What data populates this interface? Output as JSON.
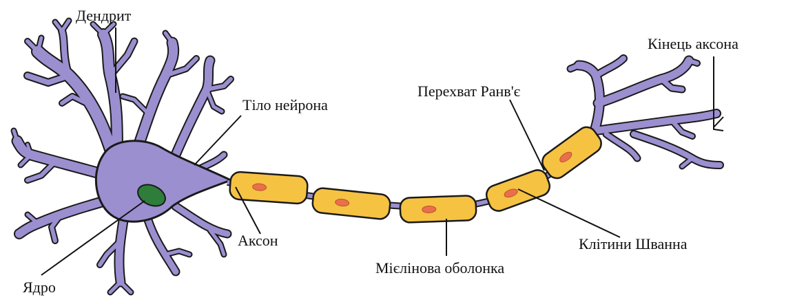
{
  "diagram": {
    "labels": {
      "dendrite": "Дендрит",
      "cell_body": "Тіло нейрона",
      "node_of_ranvier": "Перехват Ранв'є",
      "axon_terminal": "Кінець аксона",
      "axon": "Аксон",
      "schwann_cells": "Клітини Шванна",
      "myelin_sheath": "Мієлінова оболонка",
      "nucleus": "Ядро"
    },
    "colors": {
      "neuron_body": "#9b8fd0",
      "neuron_outline": "#1a1a1a",
      "nucleus": "#2e7d3a",
      "myelin": "#f5c242",
      "myelin_nucleus": "#e8704a",
      "leader_line": "#111111"
    }
  }
}
